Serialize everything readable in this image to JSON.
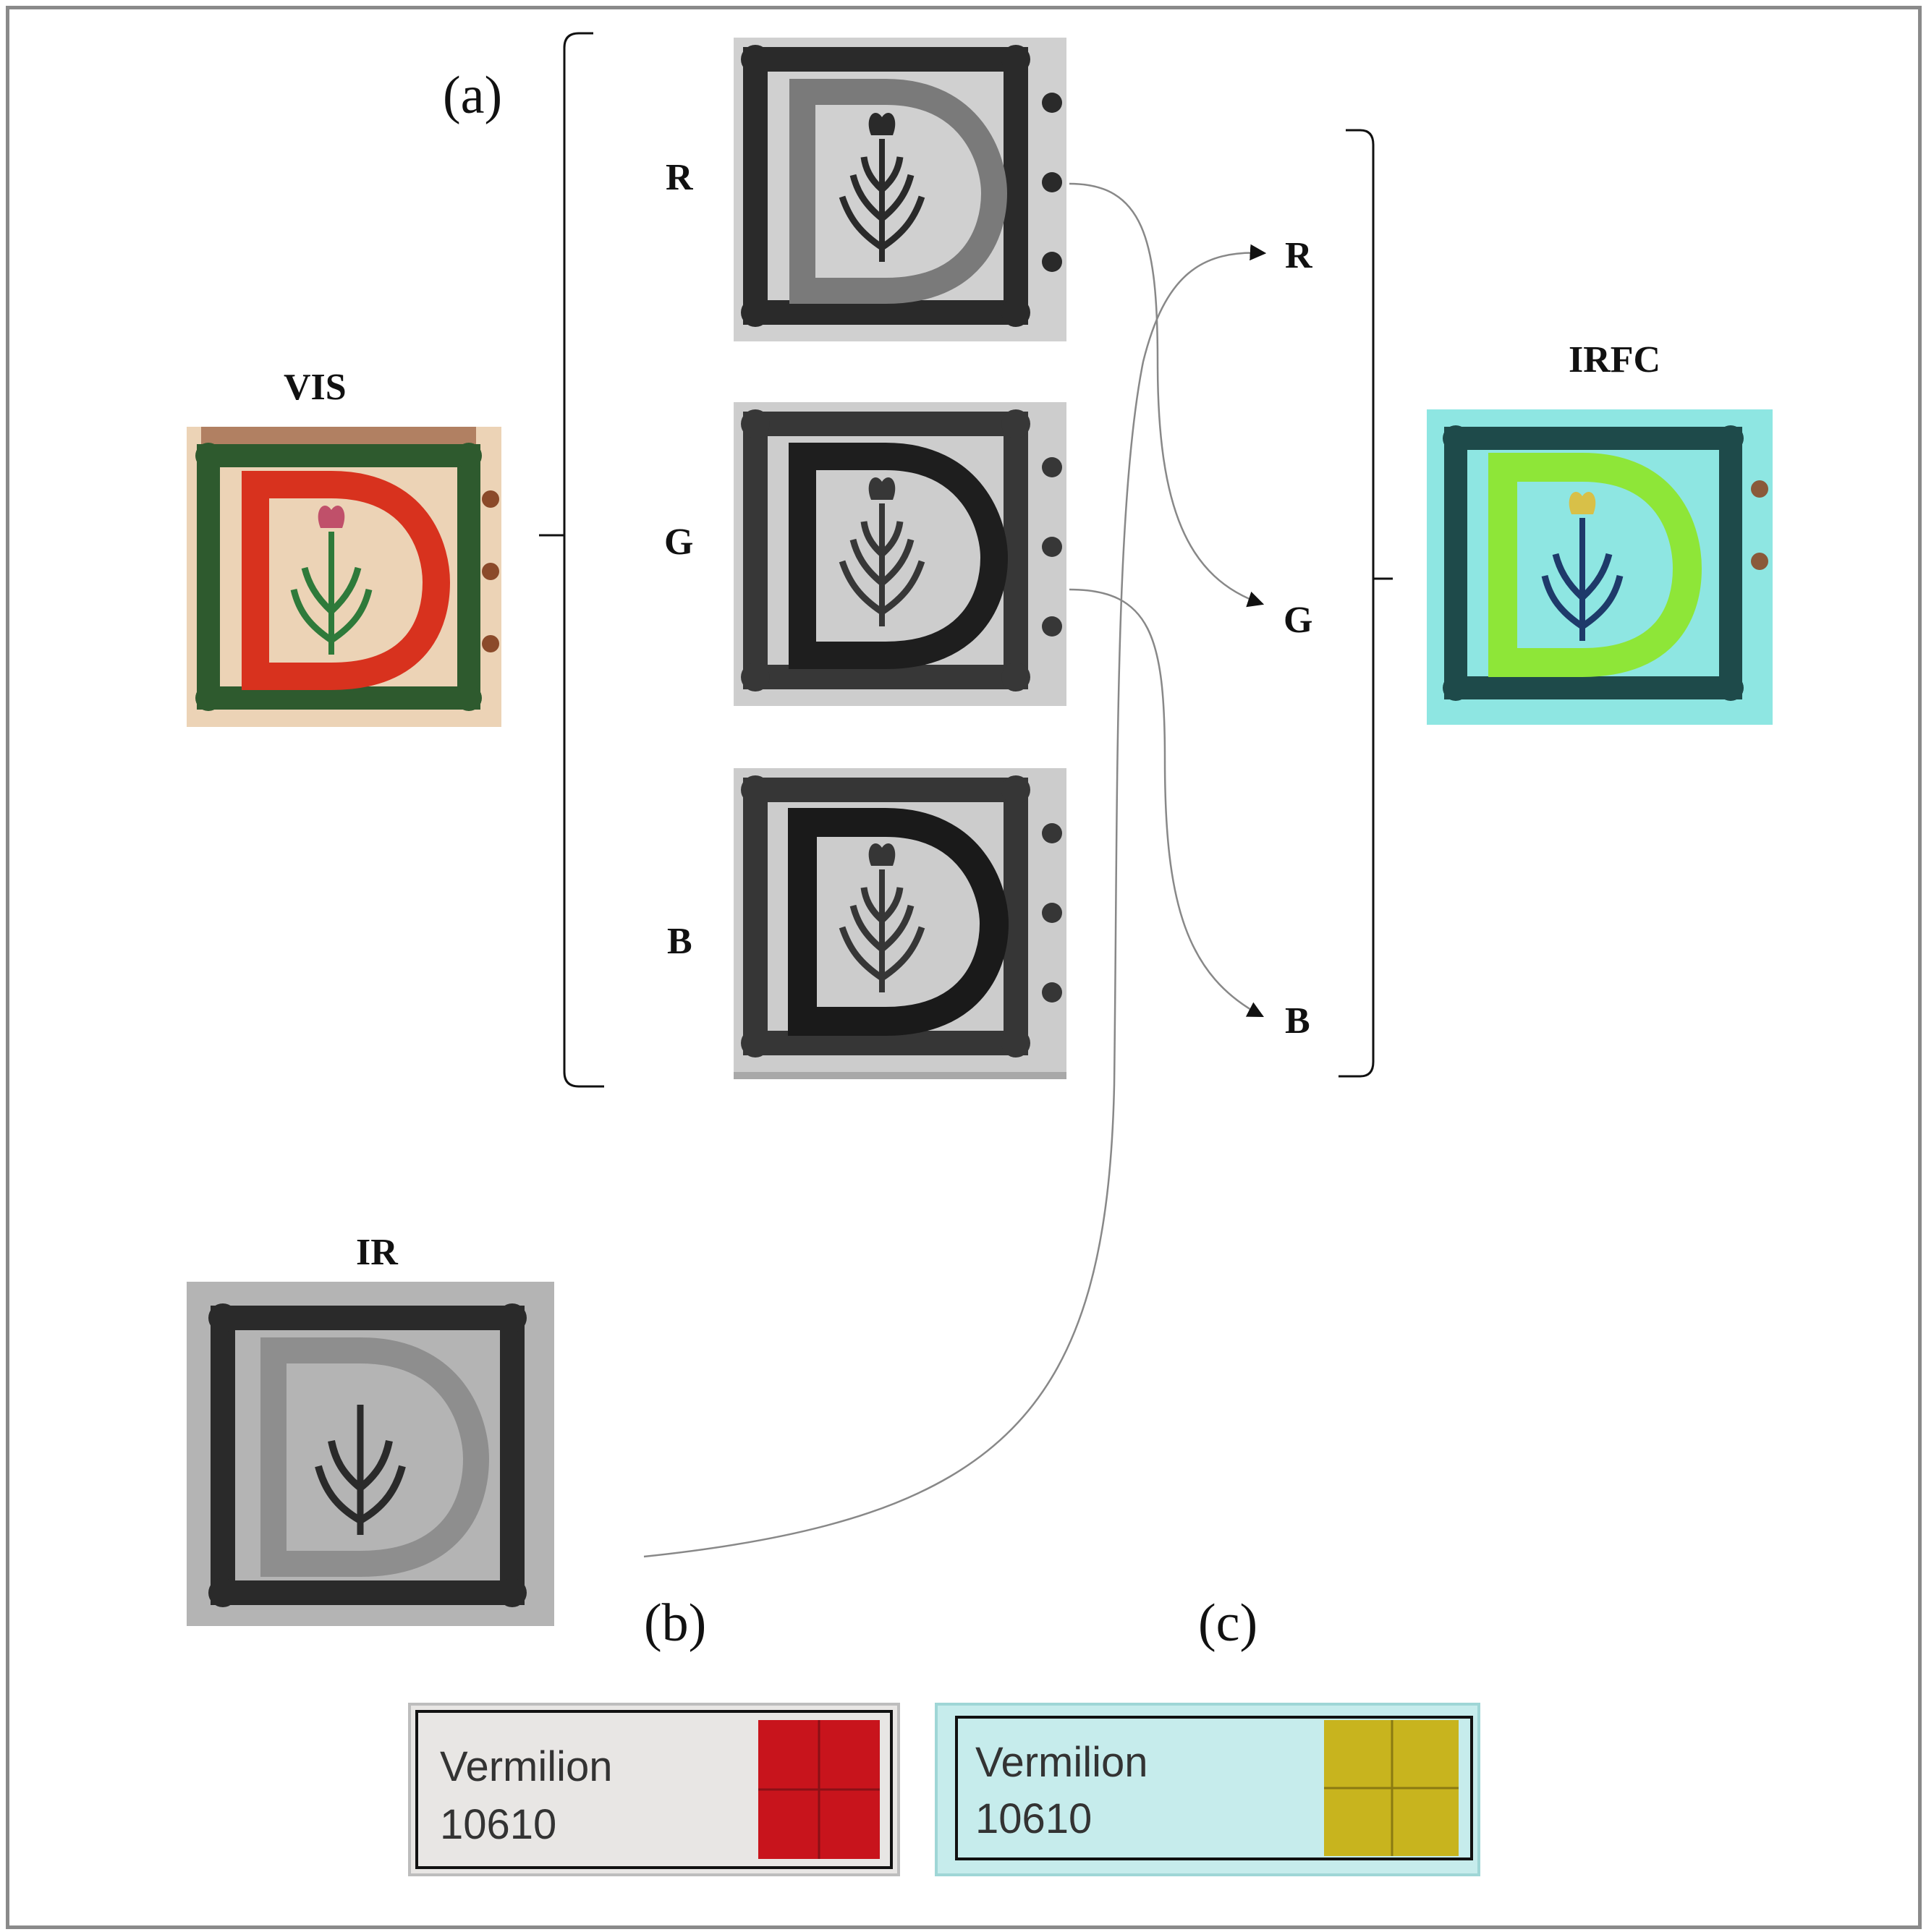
{
  "panels": {
    "a": "(a)",
    "b": "(b)",
    "c": "(c)"
  },
  "labels": {
    "vis": "VIS",
    "irfc": "IRFC",
    "ir": "IR",
    "channels_in": [
      "R",
      "G",
      "B"
    ],
    "channels_out": [
      "R",
      "G",
      "B"
    ]
  },
  "swatches": {
    "b": {
      "name": "Vermilion",
      "code": "10610",
      "bg": "#e8e6e4",
      "chip": "#c8141c"
    },
    "c": {
      "name": "Vermilion",
      "code": "10610",
      "bg": "#c6ecec",
      "chip": "#c8b41e"
    }
  },
  "colors": {
    "vis_red": "#d8321e",
    "vis_green": "#2e5a2e",
    "vis_parchment": "#ecd3b6",
    "irfc_bg": "#8ee6e2",
    "irfc_letter": "#8ee638"
  }
}
